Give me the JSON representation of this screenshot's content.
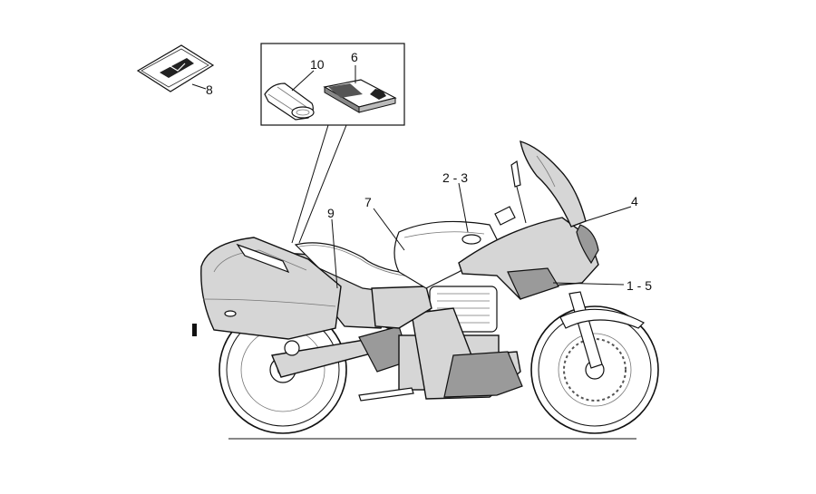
{
  "callouts": {
    "c1": "8",
    "c2": "10",
    "c3": "6",
    "c4": "2 - 3",
    "c5": "7",
    "c6": "9",
    "c7": "4",
    "c8": "1 - 5"
  }
}
